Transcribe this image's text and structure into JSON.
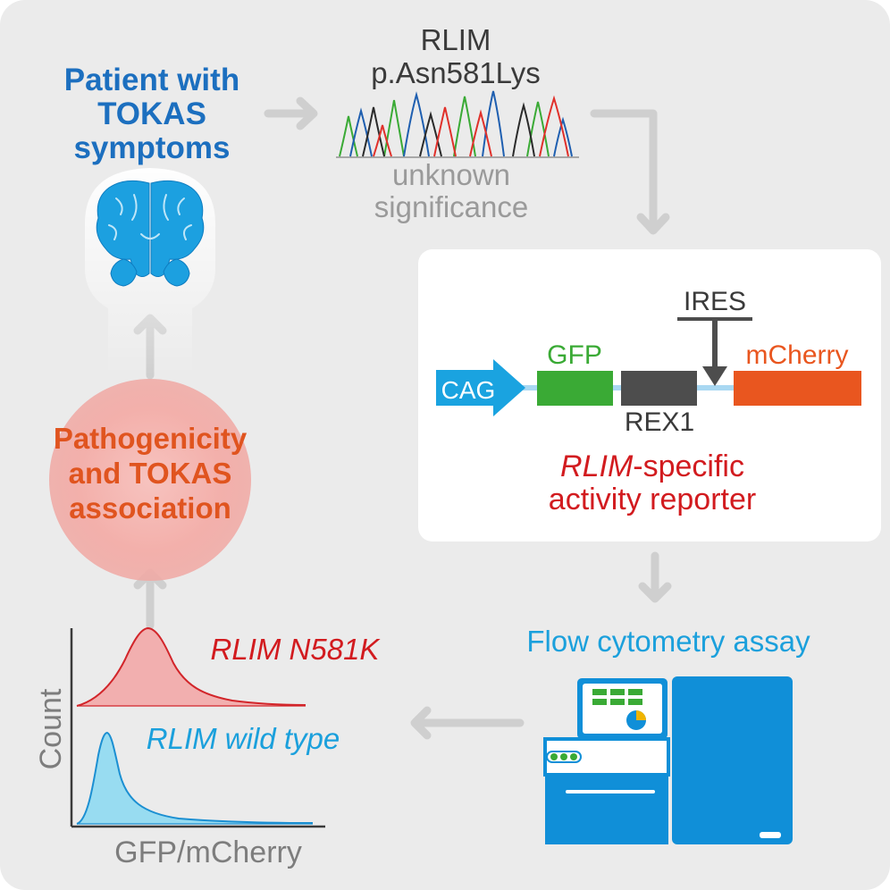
{
  "patient": {
    "lines": [
      "Patient with",
      "TOKAS",
      "symptoms"
    ]
  },
  "variant": {
    "gene": "RLIM",
    "mutation": "p.Asn581Lys",
    "significance_lines": [
      "unknown",
      "significance"
    ]
  },
  "reporter": {
    "cag_label": "CAG",
    "gfp_label": "GFP",
    "rex1_label": "REX1",
    "ires_label": "IRES",
    "mcherry_label": "mCherry",
    "title_gene": "RLIM",
    "title_rest": "-specific",
    "title_line2": "activity reporter"
  },
  "assay": {
    "title": "Flow cytometry assay"
  },
  "histogram": {
    "mutant_label": "RLIM N581K",
    "wildtype_label": "RLIM wild type",
    "y_axis_label": "Count",
    "x_axis_label": "GFP/mCherry"
  },
  "conclusion": {
    "lines": [
      "Pathogenicity",
      "and TOKAS",
      "association"
    ]
  },
  "colors": {
    "background": "#ebebeb",
    "blue_text": "#1c6fbf",
    "orange_text": "#e0541f",
    "red_text": "#d21b1f",
    "cyan_text": "#1ba0dc",
    "grey_text": "#9a9a9a",
    "dark_text": "#3a3a3a",
    "gfp_green": "#3aaa35",
    "rex1_grey": "#4d4d4d",
    "mcherry_orange": "#e9561f",
    "cag_blue": "#1aa3e0",
    "instrument_blue": "#108fd8"
  }
}
